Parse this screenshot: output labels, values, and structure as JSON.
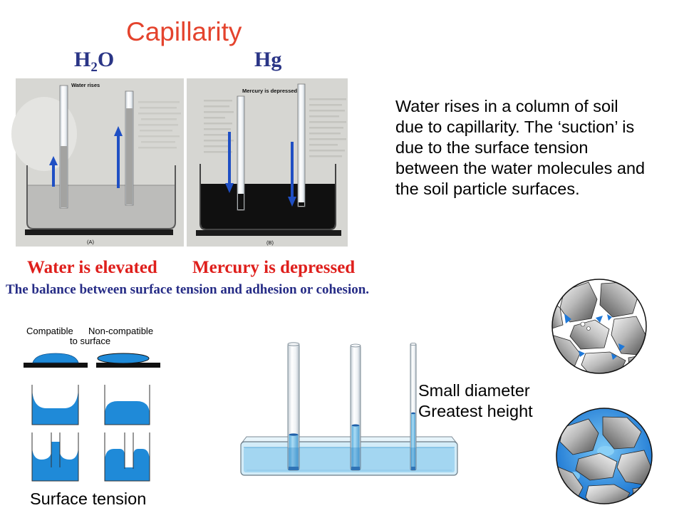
{
  "slide": {
    "title": "Capillarity",
    "formulas": {
      "water": {
        "element": "H",
        "subscript": "2",
        "suffix": "O"
      },
      "mercury": "Hg"
    },
    "photo": {
      "panel_a": {
        "heading": "Water rises",
        "tag": "(A)"
      },
      "panel_b": {
        "heading": "Mercury is depressed",
        "tag": "(B)"
      }
    },
    "captions": {
      "water": "Water is elevated",
      "mercury": "Mercury is depressed",
      "balance": "The balance between surface tension and adhesion or cohesion."
    },
    "explanation_lines": [
      "Water rises in a column of soil",
      "due to capillarity.  The ‘suction’ is",
      "due to the surface tension",
      "between the water molecules and",
      "the soil particle surfaces."
    ],
    "surface_tension": {
      "compatible": "Compatible",
      "non_compatible": "Non-compatible",
      "to_surface": "to surface",
      "caption": "Surface tension"
    },
    "capillary_tubes": {
      "label_line1": "Small diameter",
      "label_line2": "Greatest height"
    },
    "colors": {
      "title_red": "#e4432d",
      "caption_red": "#df1f1c",
      "formula_blue": "#2a3586",
      "balance_blue": "#262c86",
      "arrow_blue": "#1f4fc4",
      "water_blue": "#1f8ad8",
      "mercury_black": "#101010"
    }
  }
}
